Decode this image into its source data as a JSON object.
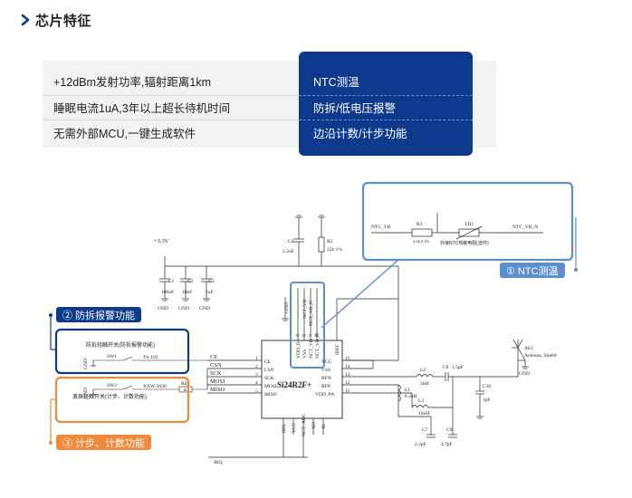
{
  "header": {
    "title": "芯片特征",
    "icon": "chevron-right-icon"
  },
  "features": {
    "left": [
      "+12dBm发射功率,辐射距离1km",
      "睡眠电流1uA,3年以上超长待机时间",
      "无需外部MCU,一键生成软件"
    ],
    "right": [
      "NTC测温",
      "防拆/低电压报警",
      "边沿计数/计步功能"
    ]
  },
  "callouts": {
    "ntc": "① NTC测温",
    "tamper": "② 防拆报警功能",
    "count": "③ 计步、计数功能"
  },
  "colors": {
    "navy": "#0d3a8c",
    "light_blue": "#5d8fd0",
    "orange": "#ef8a3a",
    "panel_gray": "#f1f2f4"
  },
  "schematic": {
    "chip": "Si24R2F+",
    "left_pins": [
      {
        "net": "CE",
        "pin": "CE",
        "num": "1"
      },
      {
        "net": "CSN",
        "pin": "CSN",
        "num": "2"
      },
      {
        "net": "SCK",
        "pin": "SCK",
        "num": "3"
      },
      {
        "net": "MOSI",
        "pin": "MOSI",
        "num": "4"
      },
      {
        "net": "MISO",
        "pin": "MISO",
        "num": "5"
      }
    ],
    "right_pins": [
      {
        "pin": "VCC",
        "num": "15"
      },
      {
        "pin": "VSS",
        "num": "14"
      },
      {
        "pin": "RFN",
        "num": "13"
      },
      {
        "pin": "RFP",
        "num": "12"
      },
      {
        "pin": "VDD_PA",
        "num": "11"
      }
    ],
    "top_pins": [
      "VDD_D",
      "VSS",
      "NCT_VB",
      "NCT_VB_N"
    ],
    "top_pin_nums": [
      "19",
      "18",
      "17",
      "16"
    ],
    "right_top_pin": "IREF",
    "bottom_pins": [
      "IRQ",
      "VCC",
      "NCT_ADC",
      "XO",
      "XI"
    ],
    "supply": "+3.3V",
    "gnd": "GND",
    "caps": [
      {
        "ref": "C1",
        "value": "100uF"
      },
      {
        "ref": "C2",
        "value": "10nF"
      },
      {
        "ref": "C3",
        "value": "1uF"
      }
    ],
    "c4": {
      "ref": "C4",
      "value": "2.2uF"
    },
    "r2": {
      "ref": "R2",
      "value": "22k 1%"
    },
    "ntc": {
      "left_net": "NTC_VB",
      "right_net": "NTC_VB_N",
      "r3_ref": "R3",
      "r3_value": "4.3k 0.1%",
      "th_ref": "TH1",
      "th_note": "外接NTC热敏电阻(选件)"
    },
    "sw1": {
      "title": "防拆轻触开关(防拆报警功能)",
      "ref": "SW1",
      "part": "TS-103"
    },
    "sw2": {
      "title": "滚珠轻触开关(计步、计数功能)",
      "ref": "SW2",
      "part": "XXW-2030",
      "r_ref": "R4",
      "r_value": "1k"
    },
    "rf": {
      "l2": {
        "ref": "L2",
        "value": "3nH"
      },
      "l1": {
        "ref": "L1",
        "value": "8.2nH"
      },
      "l3": {
        "ref": "L3",
        "value": "10nH"
      },
      "c8": {
        "ref": "C8",
        "value": "1.5pF"
      },
      "c10": {
        "ref": "C10",
        "value": "1pF"
      },
      "c7": {
        "ref": "C7",
        "value": "2.2pF"
      },
      "c9": {
        "ref": "C9",
        "value": "4.7pF"
      },
      "ant_ref": "AE1",
      "ant_name": "Antenna_Shield"
    },
    "irq": "IRQ"
  }
}
